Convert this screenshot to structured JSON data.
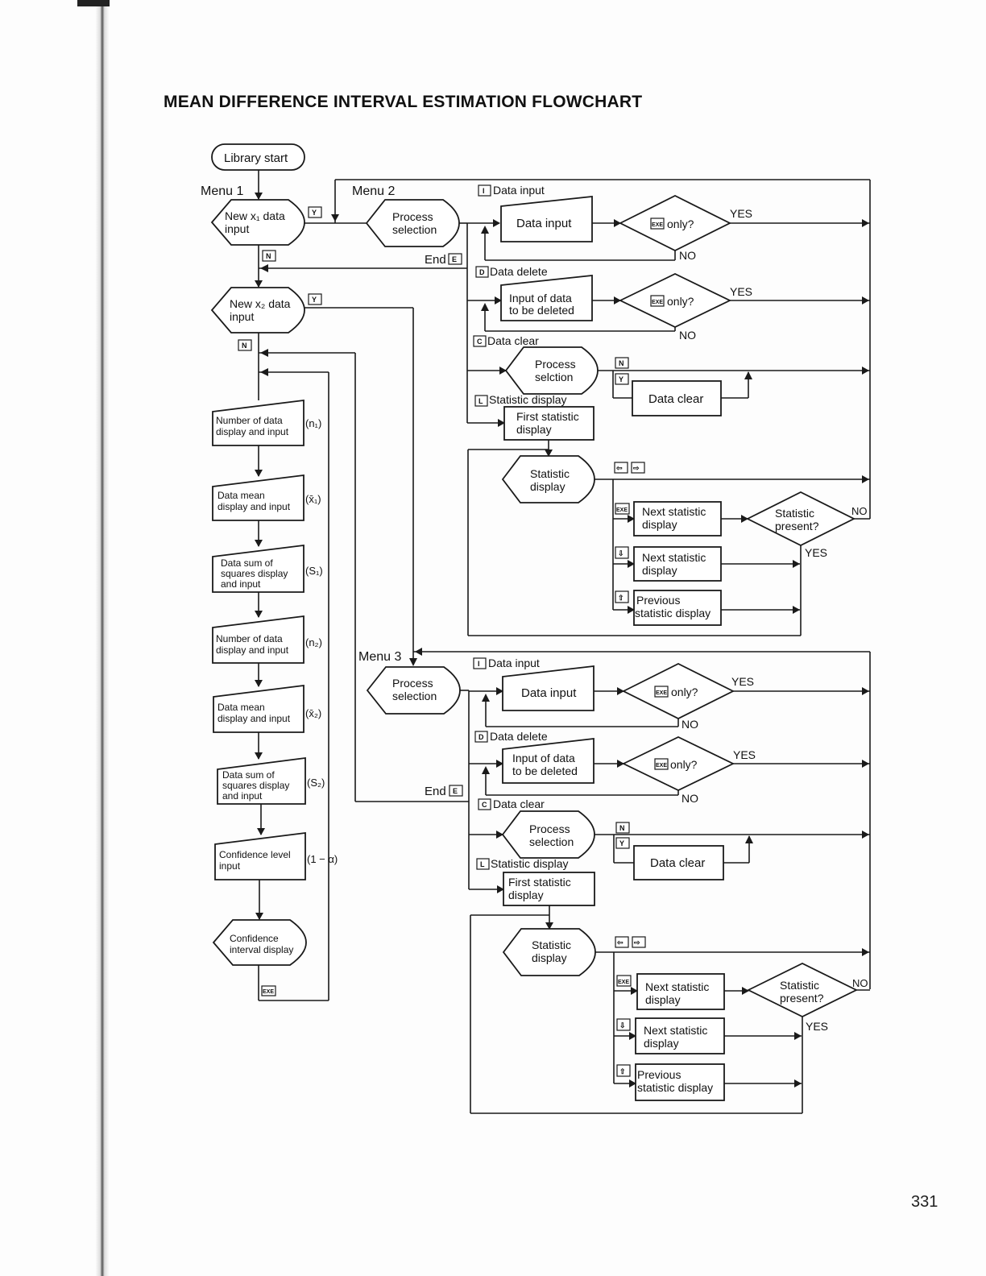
{
  "title": "MEAN DIFFERENCE INTERVAL ESTIMATION FLOWCHART",
  "page_number": "331",
  "start": "Library start",
  "menus": {
    "m1": "Menu 1",
    "m2": "Menu 2",
    "m3": "Menu 3"
  },
  "menu1": {
    "x1_input": [
      "New x₁ data",
      "input"
    ],
    "x2_input": [
      "New x₂ data",
      "input"
    ],
    "steps": [
      {
        "lines": [
          "Number of data",
          "display and input"
        ],
        "symbol": "(n₁)"
      },
      {
        "lines": [
          "Data mean",
          "display and input"
        ],
        "symbol": "(x̄₁)"
      },
      {
        "lines": [
          "Data sum of",
          "squares display",
          "and input"
        ],
        "symbol": "(S₁)"
      },
      {
        "lines": [
          "Number of data",
          "display and input"
        ],
        "symbol": "(n₂)"
      },
      {
        "lines": [
          "Data mean",
          "display and input"
        ],
        "symbol": "(x̄₂)"
      },
      {
        "lines": [
          "Data sum of",
          "squares display",
          "and input"
        ],
        "symbol": "(S₂)"
      },
      {
        "lines": [
          "Confidence level",
          "input"
        ],
        "symbol": "(1 − α)"
      }
    ],
    "result": [
      "Confidence",
      "interval display"
    ]
  },
  "keys": {
    "y": "Y",
    "n": "N",
    "e": "E",
    "i": "I",
    "d": "D",
    "c": "C",
    "l": "L",
    "exe": "EXE",
    "down": "⇩",
    "up": "⇧",
    "left": "⇦",
    "right": "⇨"
  },
  "labels": {
    "end": "End",
    "data_input": "Data input",
    "data_delete": "Data delete",
    "data_clear": "Data clear",
    "statistic_display": "Statistic display",
    "yes": "YES",
    "no": "NO"
  },
  "menu2": {
    "process": [
      "Process",
      "selection"
    ],
    "data_input_box": "Data input",
    "exe_only": "only?",
    "delete_box": [
      "Input of data",
      "to be deleted"
    ],
    "clear_process": [
      "Process",
      "selction"
    ],
    "data_clear_box": "Data clear",
    "first_stat": [
      "First statistic",
      "display"
    ],
    "stat_display": [
      "Statistic",
      "display"
    ],
    "next_stat": [
      "Next statistic",
      "display"
    ],
    "next_stat2": [
      "Next statistic",
      "display"
    ],
    "prev_stat": [
      "Previous",
      "statistic display"
    ],
    "stat_present": [
      "Statistic",
      "present?"
    ]
  },
  "menu3": {
    "process": [
      "Process",
      "selection"
    ],
    "data_input_box": "Data input",
    "exe_only": "only?",
    "delete_box": [
      "Input of data",
      "to be deleted"
    ],
    "clear_process": [
      "Process",
      "selection"
    ],
    "data_clear_box": "Data clear",
    "first_stat": [
      "First statistic",
      "display"
    ],
    "stat_display": [
      "Statistic",
      "display"
    ],
    "next_stat": [
      "Next statistic",
      "display"
    ],
    "next_stat2": [
      "Next statistic",
      "display"
    ],
    "prev_stat": [
      "Previous",
      "statistic display"
    ],
    "stat_present": [
      "Statistic",
      "present?"
    ]
  }
}
